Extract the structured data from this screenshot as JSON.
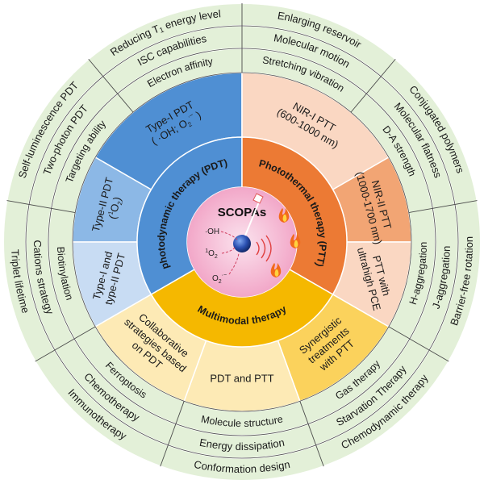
{
  "center": {
    "title": "SCOPAs",
    "species": [
      {
        "html": "·OH"
      },
      {
        "html": "<tspan font-size='7' dy='-4'>1</tspan><tspan dy='4'>O</tspan><tspan font-size='7' dy='3'>2</tspan>"
      },
      {
        "html": "<tspan>O</tspan><tspan font-size='7' dy='3'>2</tspan><tspan font-size='7' dy='-8'>·−</tspan>"
      }
    ]
  },
  "inner_ring": {
    "pdt": "photodynamic therapy (PDT)",
    "ptt": "Photothermal therapy (PTT)",
    "multi": "Multimodal therapy"
  },
  "sectors": {
    "type1": {
      "lines": [
        {
          "html": "Type-I PDT"
        },
        {
          "html": "( ·OH; O<tspan font-size='8' dy='4'>2</tspan><tspan font-size='8' dy='-9'>·−</tspan><tspan dy='5'> )</tspan>"
        }
      ]
    },
    "type2": {
      "lines": [
        {
          "html": "Type-II PDT"
        },
        {
          "html": "(<tspan font-size='8' dy='-4'>1</tspan><tspan dy='4'>O</tspan><tspan font-size='8' dy='4'>2</tspan><tspan dy='-4'>)</tspan>"
        }
      ]
    },
    "type12": {
      "lines": [
        {
          "html": "Type-I and"
        },
        {
          "html": "type-II PDT"
        }
      ]
    },
    "nir1": {
      "lines": [
        {
          "html": "NIR-I PTT"
        },
        {
          "html": "(600-1000 nm)"
        }
      ]
    },
    "nir2": {
      "lines": [
        {
          "html": "NIR-II PTT"
        },
        {
          "html": "(1000-1700 nm)"
        }
      ]
    },
    "pce": {
      "lines": [
        {
          "html": "PTT with"
        },
        {
          "html": "ultrahigh PCE"
        }
      ]
    },
    "synergy": {
      "lines": [
        {
          "html": "Synergistic"
        },
        {
          "html": "treatments"
        },
        {
          "html": "with PTT"
        }
      ]
    },
    "pdtptt": {
      "lines": [
        {
          "html": "PDT and PTT"
        }
      ]
    },
    "collab": {
      "lines": [
        {
          "html": "Collaborative"
        },
        {
          "html": "strategies based"
        },
        {
          "html": "on PDT"
        }
      ]
    }
  },
  "middle_ring": [
    {
      "html": "Electron affinity"
    },
    {
      "html": "Targeting ability"
    },
    {
      "html": "Biotinylation"
    },
    {
      "html": "Stretching vibration"
    },
    {
      "html": "D-A strength"
    },
    {
      "html": "H-aggregation"
    },
    {
      "html": "Ferroptosis"
    },
    {
      "html": "Molecule structure"
    },
    {
      "html": "Gas therapy"
    }
  ],
  "ring2": [
    {
      "html": "ISC capabilities"
    },
    {
      "html": "Two-photon PDT"
    },
    {
      "html": "Cations strategy"
    },
    {
      "html": "Molecular motion"
    },
    {
      "html": "Molecular flatness"
    },
    {
      "html": "J-aggregation"
    },
    {
      "html": "Chemotherapy"
    },
    {
      "html": "Energy dissipation"
    },
    {
      "html": "Starvation Therapy"
    }
  ],
  "ring3": [
    {
      "html": "Reducing T<tspan font-size='9' dy='3'>1</tspan><tspan dy='-3'> energy level</tspan>"
    },
    {
      "html": "Self-luminescence PDT"
    },
    {
      "html": "Triplet lifetime"
    },
    {
      "html": "Enlarging reservoir"
    },
    {
      "html": "Conjugated polymers"
    },
    {
      "html": "Barrier-free rotation"
    },
    {
      "html": "Immunotherapy"
    },
    {
      "html": "Conformation design"
    },
    {
      "html": "Chemodynamic therapy"
    }
  ],
  "colors": {
    "outer": "#e3f0d8",
    "pdt_dark": "#4f8fd3",
    "pdt_mid": "#8cb8e6",
    "pdt_light": "#c8dcf3",
    "ptt_dark": "#ec7a34",
    "ptt_mid": "#f2a574",
    "ptt_light": "#fad7c2",
    "multi_dark": "#f5b800",
    "multi_mid": "#fbd25c",
    "multi_light": "#fdeab5",
    "center_pink": "#f5b4cf"
  }
}
